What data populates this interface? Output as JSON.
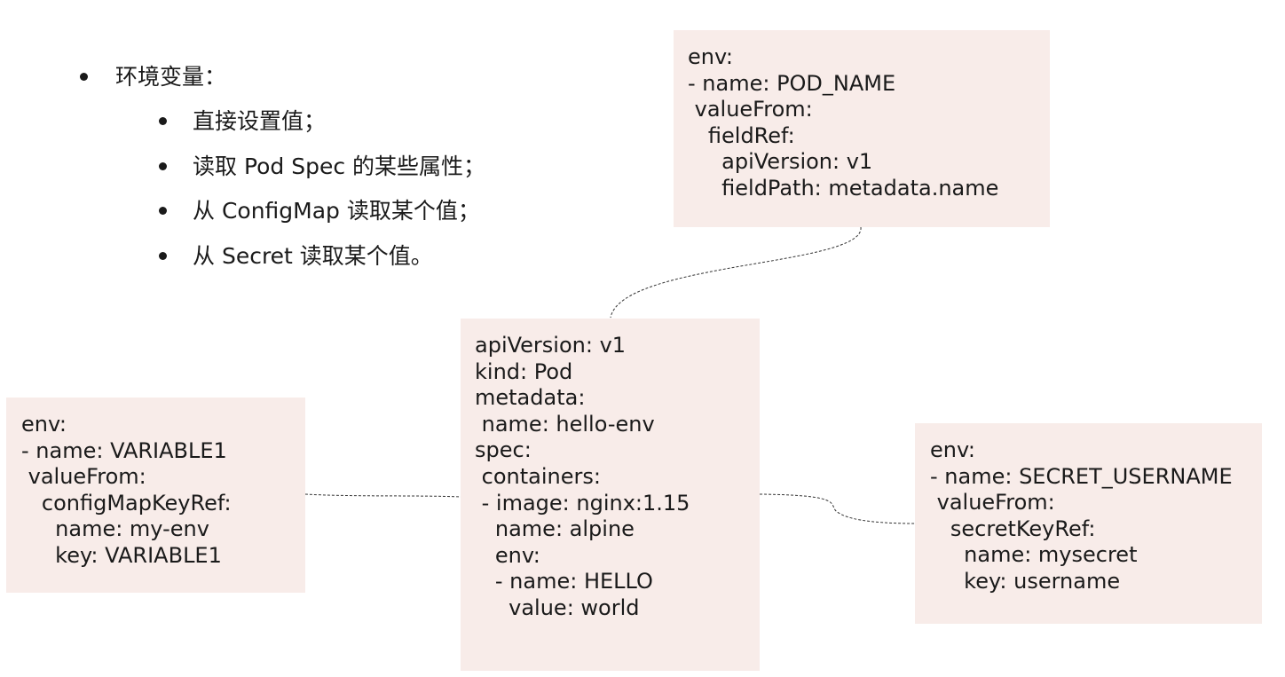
{
  "bullets": {
    "main": "环境变量：",
    "items": [
      "直接设置值；",
      "读取 Pod Spec 的某些属性；",
      "从 ConfigMap 读取某个值；",
      "从 Secret 读取某个值。"
    ]
  },
  "boxes": {
    "top": [
      "env:",
      "- name: POD_NAME",
      " valueFrom:",
      "   fieldRef:",
      "     apiVersion: v1",
      "     fieldPath: metadata.name"
    ],
    "center": [
      "apiVersion: v1",
      "kind: Pod",
      "metadata:",
      " name: hello-env",
      "spec:",
      " containers:",
      " - image: nginx:1.15",
      "   name: alpine",
      "   env:",
      "   - name: HELLO",
      "     value: world"
    ],
    "left": [
      "env:",
      "- name: VARIABLE1",
      " valueFrom:",
      "   configMapKeyRef:",
      "     name: my-env",
      "     key: VARIABLE1"
    ],
    "right": [
      "env:",
      "- name: SECRET_USERNAME",
      " valueFrom:",
      "   secretKeyRef:",
      "     name: mysecret",
      "     key: username"
    ]
  },
  "colors": {
    "box_fill": "#f8ece9",
    "text": "#1a1a1a",
    "connector": "#333333"
  }
}
